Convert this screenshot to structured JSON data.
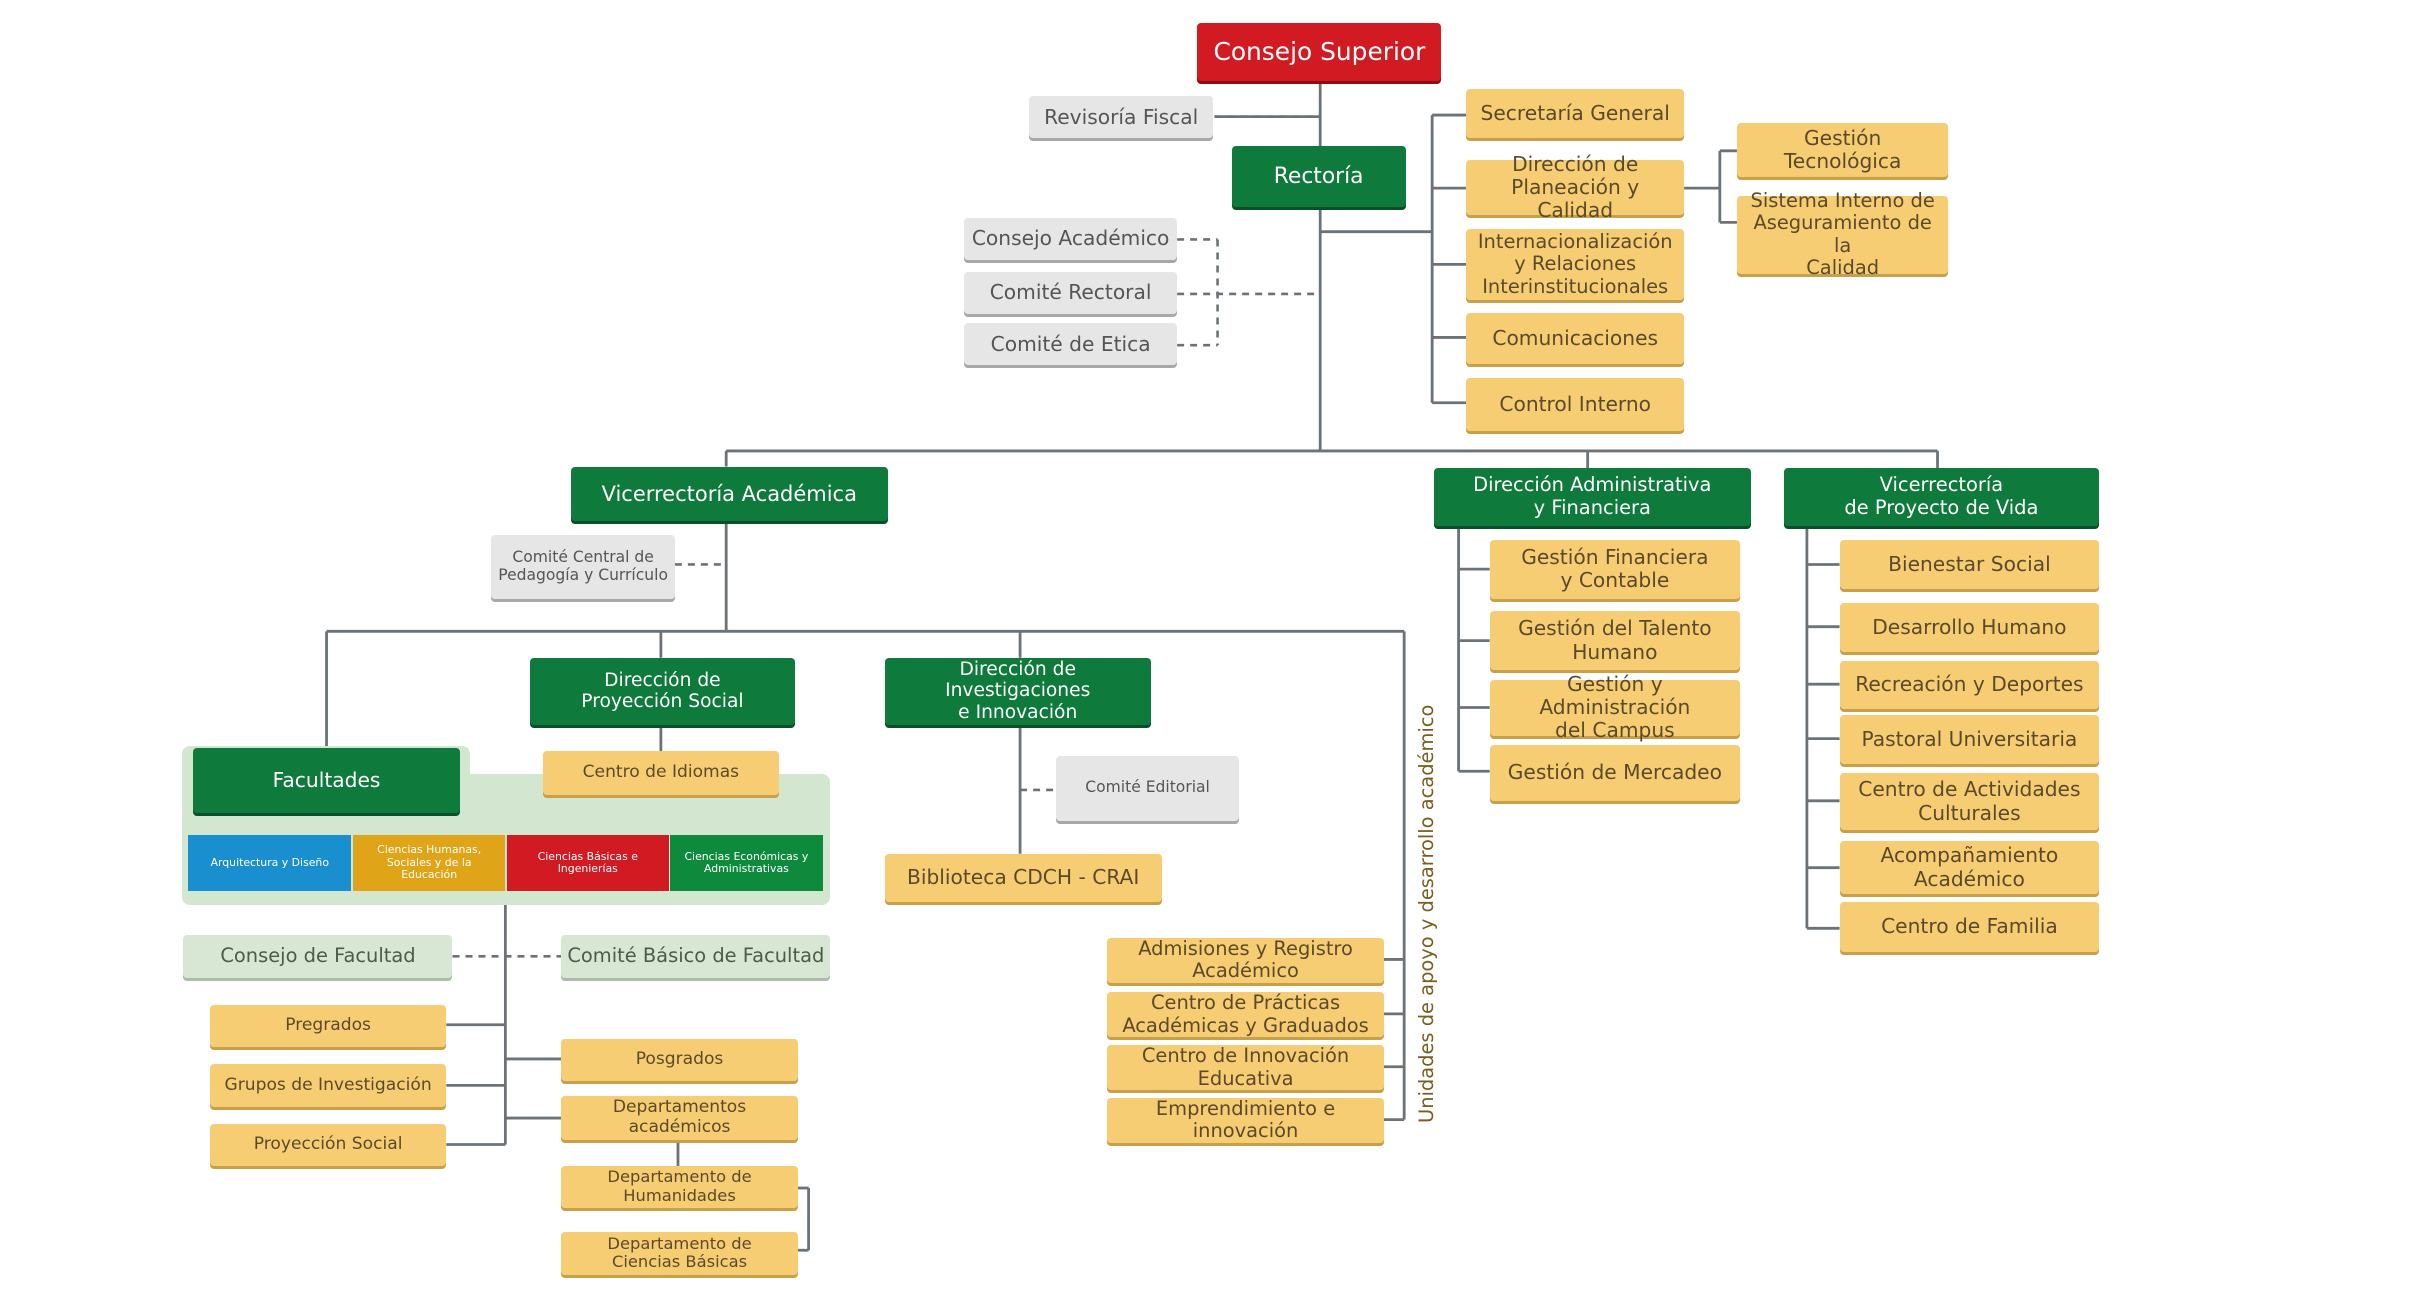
{
  "colors": {
    "red": "#d11a22",
    "green": "#0e7a3c",
    "yellow": "#f7cd74",
    "gray": "#e6e6e6",
    "light_green": "#d7e7d3",
    "line": "#6b7378",
    "faculty_blue": "#1a8fd0",
    "faculty_mustard": "#e0a418",
    "faculty_red": "#d11a22",
    "faculty_green": "#0e8a3c"
  },
  "consejo_superior": "Consejo Superior",
  "revisoria_fiscal": "Revisoría Fiscal",
  "rectoria": "Rectoría",
  "rectoria_committees": [
    "Consejo Académico",
    "Comité Rectoral",
    "Comité de Etica"
  ],
  "rectoria_units": [
    "Secretaría General",
    "Dirección de\nPlaneación y Calidad",
    "Internacionalización\ny Relaciones\nInterinstitucionales",
    "Comunicaciones",
    "Control Interno"
  ],
  "planeacion_units": [
    "Gestión\nTecnológica",
    "Sistema Interno de\nAseguramiento de la\nCalidad"
  ],
  "vicerrectoria_academica": "Vicerrectoría Académica",
  "comite_central": "Comité Central de\nPedagogía y Currículo",
  "facultades": "Facultades",
  "faculty_list": [
    "Arquitectura y Diseño",
    "Ciencias Humanas,\nSociales y de la\nEducación",
    "Ciencias Básicas e\nIngenierías",
    "Ciencias Económicas y\nAdministrativas"
  ],
  "consejo_facultad": "Consejo de Facultad",
  "comite_basico": "Comité Básico de Facultad",
  "facultad_left_units": [
    "Pregrados",
    "Grupos de Investigación",
    "Proyección Social"
  ],
  "facultad_right_units": [
    "Posgrados",
    "Departamentos académicos"
  ],
  "departamentos": [
    "Departamento de\nHumanidades",
    "Departamento de\nCiencias Básicas"
  ],
  "proyeccion_social_dir": "Dirección de\nProyección Social",
  "centro_idiomas": "Centro de Idiomas",
  "investigaciones_dir": "Dirección de Investigaciones\ne Innovación",
  "comite_editorial": "Comité Editorial",
  "biblioteca": "Biblioteca CDCH - CRAI",
  "apoyo_label": "Unidades de apoyo y desarrollo académico",
  "apoyo_units": [
    "Admisiones y Registro\nAcadémico",
    "Centro de Prácticas\nAcadémicas y Graduados",
    "Centro de Innovación\nEducativa",
    "Emprendimiento e\ninnovación"
  ],
  "admin_dir": "Dirección Administrativa\ny Financiera",
  "admin_units": [
    "Gestión Financiera\ny Contable",
    "Gestión del Talento\nHumano",
    "Gestión y Administración\ndel Campus",
    "Gestión de Mercadeo"
  ],
  "vida_vice": "Vicerrectoría\nde Proyecto de Vida",
  "vida_units": [
    "Bienestar Social",
    "Desarrollo Humano",
    "Recreación y Deportes",
    "Pastoral Universitaria",
    "Centro de Actividades\nCulturales",
    "Acompañamiento\nAcadémico",
    "Centro de Familia"
  ]
}
